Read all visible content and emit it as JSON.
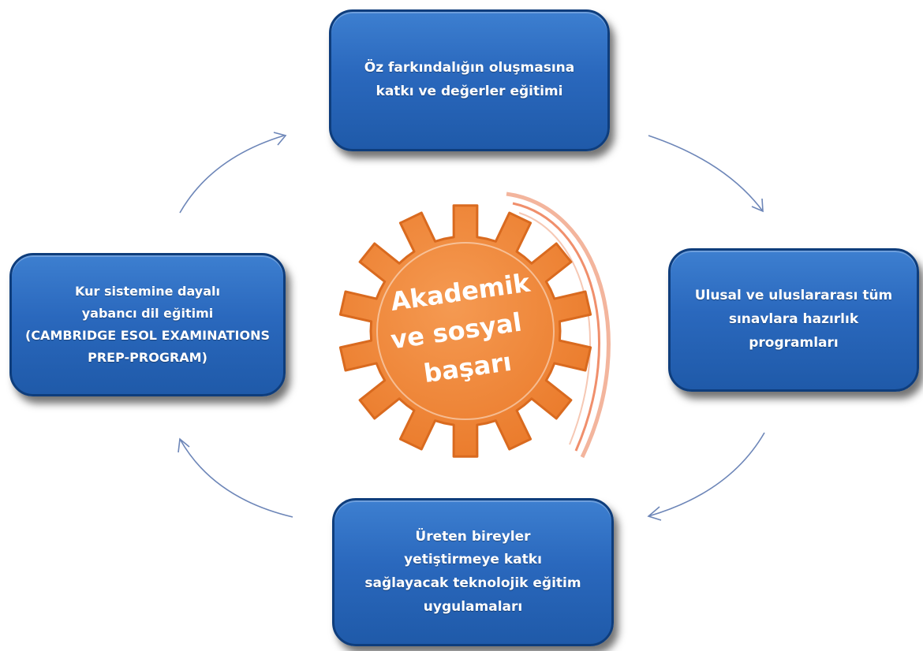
{
  "center": {
    "lines": [
      "Akademik",
      "ve sosyal",
      "başarı"
    ],
    "gear_color": "#f08a3c",
    "gear_edge": "#d96a1f"
  },
  "boxes": {
    "top": {
      "lines": [
        "Öz farkındalığın oluşmasına",
        "katkı ve değerler eğitimi"
      ]
    },
    "right": {
      "lines": [
        "Ulusal ve uluslararası tüm",
        "sınavlara hazırlık",
        "programları"
      ]
    },
    "bottom": {
      "lines": [
        "Üreten bireyler",
        "yetiştirmeye katkı",
        "sağlayacak teknolojik eğitim",
        "uygulamaları"
      ]
    },
    "left": {
      "lines": [
        "Kur sistemine dayalı",
        "yabancı dil eğitimi",
        "(CAMBRIDGE ESOL EXAMINATIONS",
        "PREP-PROGRAM)"
      ]
    }
  },
  "colors": {
    "box_blue": "#2a68bd",
    "arrow": "#6d86b8",
    "swoosh": "#f0a58a"
  }
}
